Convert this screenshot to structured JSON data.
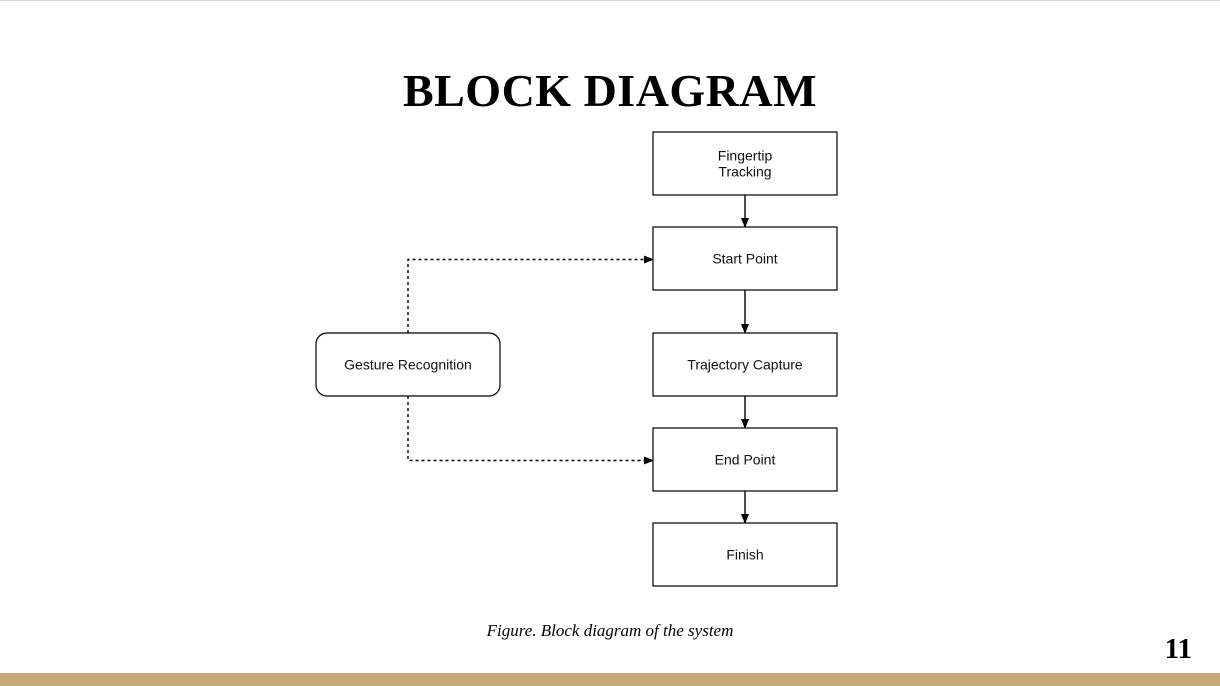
{
  "slide": {
    "title": "BLOCK DIAGRAM",
    "caption": "Figure. Block diagram of the system",
    "page_number": "11",
    "band_color": "#c9a774"
  },
  "diagram": {
    "nodes": [
      {
        "id": "fingertip",
        "lines": [
          "Fingertip",
          "Tracking"
        ],
        "shape": "rect"
      },
      {
        "id": "start",
        "lines": [
          "Start Point"
        ],
        "shape": "rect"
      },
      {
        "id": "trajectory",
        "lines": [
          "Trajectory Capture"
        ],
        "shape": "rect"
      },
      {
        "id": "end",
        "lines": [
          "End Point"
        ],
        "shape": "rect"
      },
      {
        "id": "finish",
        "lines": [
          "Finish"
        ],
        "shape": "rect"
      },
      {
        "id": "gesture",
        "lines": [
          "Gesture Recognition"
        ],
        "shape": "rounded"
      }
    ],
    "edges": [
      {
        "from": "fingertip",
        "to": "start",
        "style": "solid"
      },
      {
        "from": "start",
        "to": "trajectory",
        "style": "solid"
      },
      {
        "from": "trajectory",
        "to": "end",
        "style": "solid"
      },
      {
        "from": "end",
        "to": "finish",
        "style": "solid"
      },
      {
        "from": "gesture",
        "to": "start",
        "style": "dashed"
      },
      {
        "from": "gesture",
        "to": "end",
        "style": "dashed"
      }
    ]
  }
}
